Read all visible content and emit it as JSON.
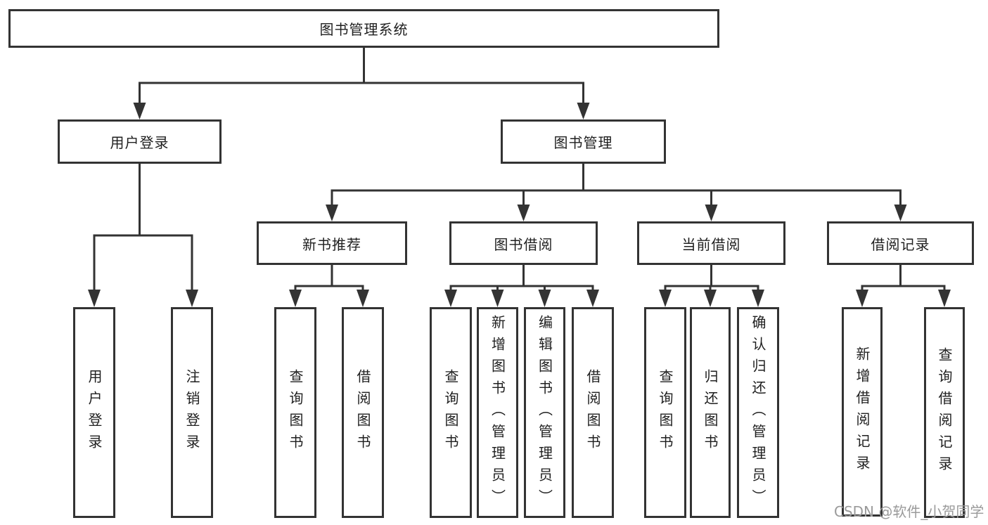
{
  "diagram": {
    "root": {
      "label": "图书管理系统"
    },
    "level2": [
      {
        "label": "用户登录"
      },
      {
        "label": "图书管理"
      }
    ],
    "level3": [
      {
        "label": "新书推荐"
      },
      {
        "label": "图书借阅"
      },
      {
        "label": "当前借阅"
      },
      {
        "label": "借阅记录"
      }
    ],
    "leaves": [
      {
        "label": "用户登录"
      },
      {
        "label": "注销登录"
      },
      {
        "label": "查询图书"
      },
      {
        "label": "借阅图书"
      },
      {
        "label": "查询图书"
      },
      {
        "label": "新增图书（管理员）"
      },
      {
        "label": "编辑图书（管理员）"
      },
      {
        "label": "借阅图书"
      },
      {
        "label": "查询图书"
      },
      {
        "label": "归还图书"
      },
      {
        "label": "确认归还（管理员）"
      },
      {
        "label": "新增借阅记录"
      },
      {
        "label": "查询借阅记录"
      }
    ],
    "colors": {
      "border": "#333333",
      "text": "#1f1f1f",
      "watermark": "#9a9a9a"
    }
  },
  "watermark": {
    "text": "CSDN @软件_小贺同学"
  }
}
